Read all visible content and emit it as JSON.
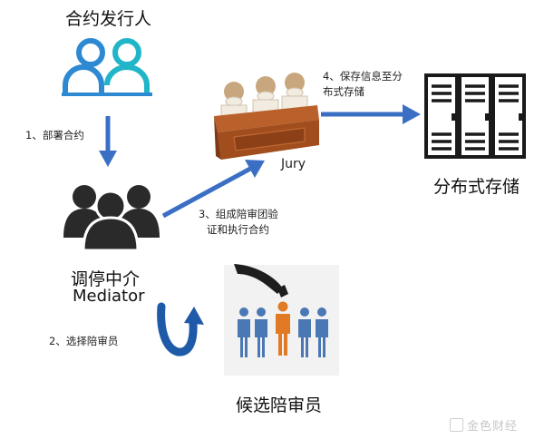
{
  "nodes": {
    "issuer": {
      "label": "合约发行人"
    },
    "mediator": {
      "label": "调停中介",
      "sublabel": "Mediator"
    },
    "jury": {
      "label": "Jury"
    },
    "storage": {
      "label": "分布式存储"
    },
    "candidates": {
      "label": "候选陪审员"
    }
  },
  "edges": {
    "step1": {
      "label": "1、部署合约"
    },
    "step2": {
      "label": "2、选择陪审员"
    },
    "step3": {
      "line1": "3、组成陪审团验",
      "line2": "证和执行合约"
    },
    "step4": {
      "line1": "4、保存信息至分",
      "line2": "布式存储"
    }
  },
  "watermark": {
    "text": "金色财经"
  },
  "colors": {
    "arrow": "#3a6fc4",
    "icon_blue": "#2d8ad2",
    "icon_teal": "#20b5c8",
    "dark": "#2a2a2a"
  }
}
